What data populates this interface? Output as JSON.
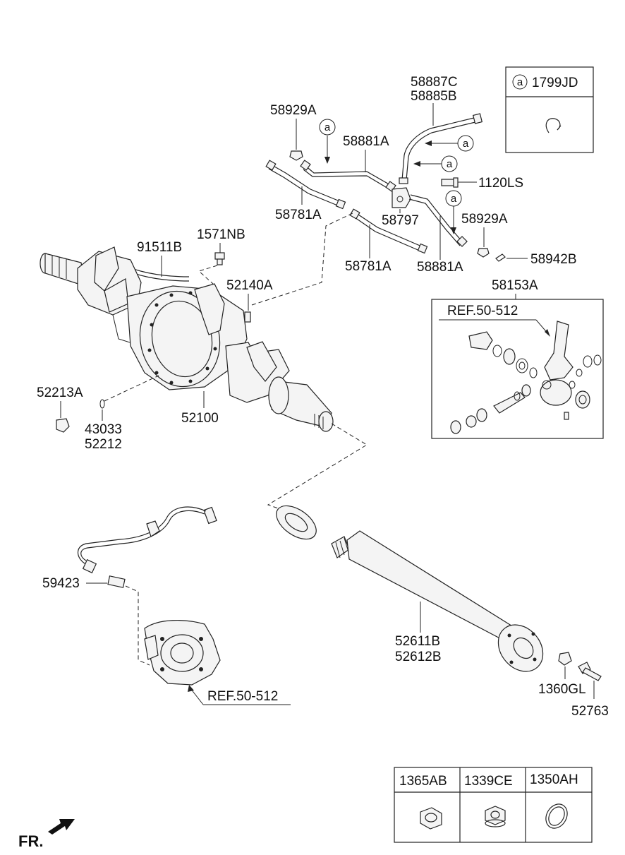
{
  "labels": {
    "p58887C": "58887C",
    "p58885B": "58885B",
    "p58929A_top": "58929A",
    "p58881A_top": "58881A",
    "p1120LS": "1120LS",
    "p58781A_upper": "58781A",
    "p58797": "58797",
    "p58929A_mid": "58929A",
    "p58781A_lower": "58781A",
    "p58881A_lower": "58881A",
    "p58942B": "58942B",
    "p91511B": "91511B",
    "p1571NB": "1571NB",
    "p52140A": "52140A",
    "p58153A": "58153A",
    "p52213A": "52213A",
    "p43033": "43033",
    "p52212": "52212",
    "p52100": "52100",
    "p59423": "59423",
    "p52611B": "52611B",
    "p52612B": "52612B",
    "p1360GL": "1360GL",
    "p52763": "52763"
  },
  "refs": {
    "kit_ref": "REF.50-512",
    "flange_ref": "REF.50-512"
  },
  "legend": {
    "symbol": "a",
    "code": "1799JD"
  },
  "callout_symbol": "a",
  "small_parts_table": [
    "1365AB",
    "1339CE",
    "1350AH"
  ],
  "direction": "FR."
}
